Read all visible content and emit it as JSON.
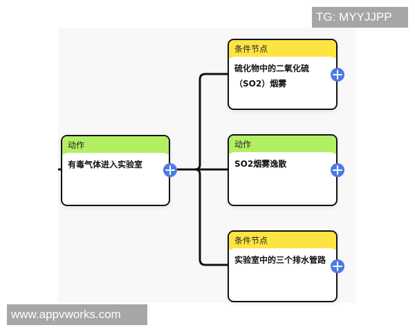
{
  "watermarks": {
    "top_right": "TG: MYYJJPP",
    "bottom_left": "www.appvworks.com"
  },
  "colors": {
    "action_header": "#b3ef62",
    "condition_header": "#fde443",
    "add_button": "#4b7be2",
    "connector": "#111111"
  },
  "nodes": [
    {
      "type": "action",
      "header": "动作",
      "text": "有毒气体进入实验室"
    },
    {
      "type": "condition",
      "header": "条件节点",
      "text_line1": "硫化物中的二氧化硫",
      "text_line2": "（SO2）烟雾"
    },
    {
      "type": "action",
      "header": "动作",
      "text": "SO2烟雾逸散"
    },
    {
      "type": "condition",
      "header": "条件节点",
      "text": "实验室中的三个排水管路"
    }
  ],
  "icons": {
    "add": "plus-circle-icon"
  }
}
